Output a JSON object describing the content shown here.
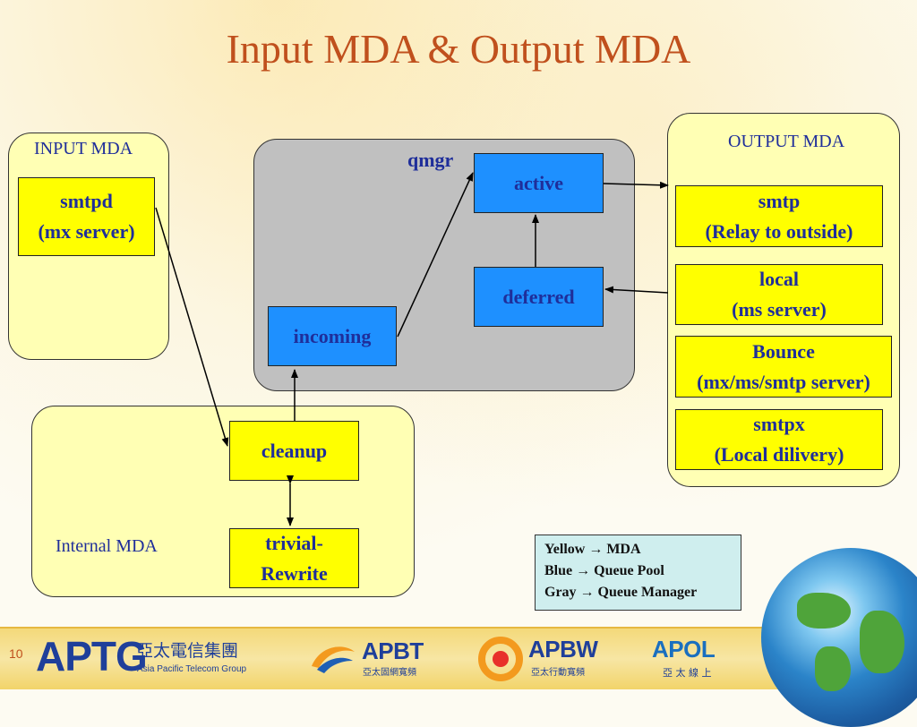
{
  "title": "Input MDA & Output MDA",
  "panels": {
    "input_mda": "INPUT MDA",
    "qmgr": "qmgr",
    "output_mda": "OUTPUT MDA",
    "internal_mda": "Internal MDA"
  },
  "boxes": {
    "smtpd": {
      "line1": "smtpd",
      "line2": "(mx server)"
    },
    "cleanup": {
      "line1": "cleanup"
    },
    "trivial_rewrite": {
      "line1": "trivial-",
      "line2": "Rewrite"
    },
    "incoming": {
      "line1": "incoming"
    },
    "active": {
      "line1": "active"
    },
    "deferred": {
      "line1": "deferred"
    },
    "smtp": {
      "line1": "smtp",
      "line2": "(Relay to outside)"
    },
    "local": {
      "line1": "local",
      "line2": "(ms server)"
    },
    "bounce": {
      "line1": "Bounce",
      "line2": "(mx/ms/smtp server)"
    },
    "smtpx": {
      "line1": "smtpx",
      "line2": "(Local dilivery)"
    }
  },
  "legend": {
    "items": [
      {
        "key": "Yellow",
        "value": "MDA"
      },
      {
        "key": "Blue",
        "value": "Queue Pool"
      },
      {
        "key": "Gray",
        "value": "Queue Manager"
      }
    ],
    "arrow": "→"
  },
  "footer": {
    "page_number": "10",
    "aptg": {
      "name": "APTG",
      "cn": "亞太電信集團",
      "sub": "Asia Pacific Telecom Group"
    },
    "apbt": {
      "name": "APBT",
      "cn": "亞太固網寬頻"
    },
    "apbw": {
      "name": "APBW",
      "cn": "亞太行動寬頻"
    },
    "apol": {
      "name": "APOL",
      "cn": "亞 太 線 上"
    }
  },
  "colors": {
    "title": "#c0501d",
    "text": "#1f2e9a",
    "mda_yellow": "#ffff00",
    "panel_yellow": "#ffffb4",
    "queue_blue": "#1e90ff",
    "qmgr_gray": "#c0c0c0",
    "legend_bg": "#cfeeee"
  }
}
